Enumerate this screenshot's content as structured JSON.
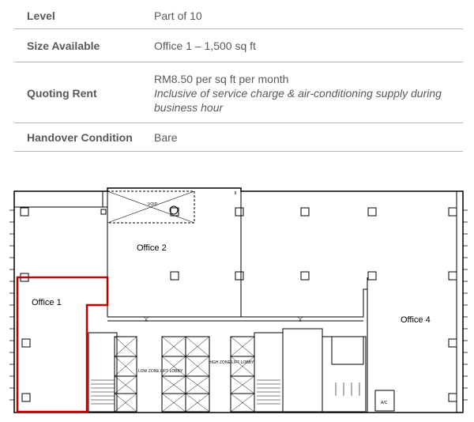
{
  "spec": {
    "rows": [
      {
        "label": "Level",
        "value": "Part of 10"
      },
      {
        "label": "Size Available",
        "value": "Office 1 – 1,500 sq ft"
      },
      {
        "label": "Quoting Rent",
        "value": "RM8.50 per sq ft per month",
        "note": "Inclusive of service charge & air-conditioning supply during business hour"
      },
      {
        "label": "Handover Condition",
        "value": "Bare"
      }
    ]
  },
  "floorplan": {
    "offices": [
      "Office 1",
      "Office 2",
      "Office 4"
    ],
    "void_label": "VOID",
    "low_zone_label": "LOW ZONE\nLIFT LOBBY",
    "high_zone_label": "HIGH ZONE\nLIFT LOBBY",
    "ac_label": "A/C",
    "highlight_color": "#c00000"
  }
}
